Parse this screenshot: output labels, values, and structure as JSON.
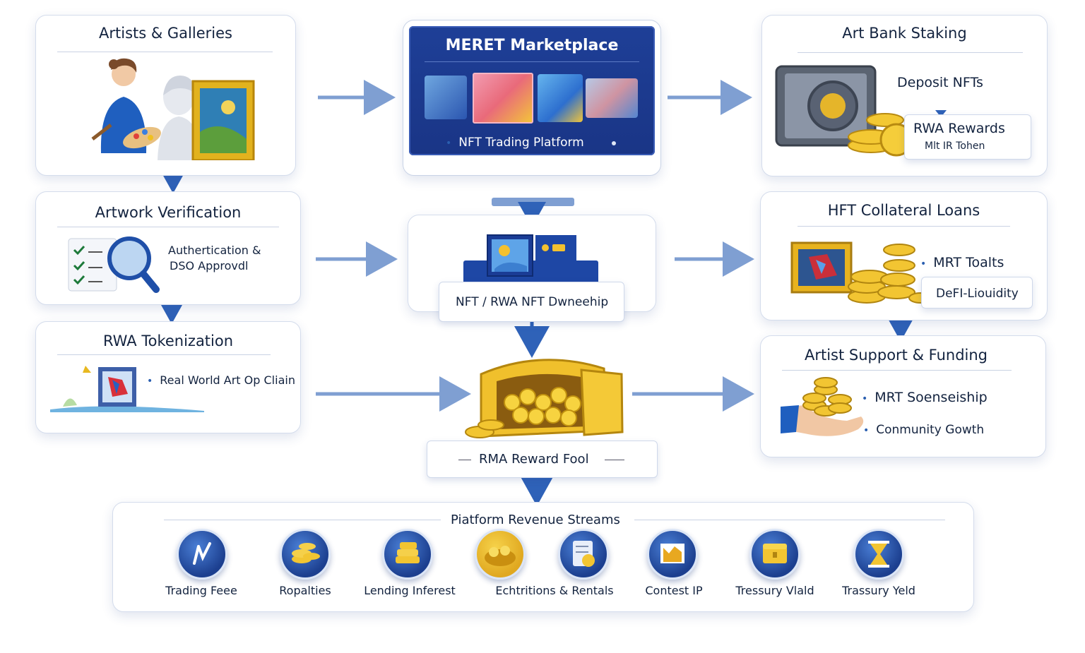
{
  "artists": {
    "title": "Artists & Galleries"
  },
  "verification": {
    "title": "Artwork Verification",
    "line1": "Authertication &",
    "line2": "DSO Approvdl"
  },
  "tokenization": {
    "title": "RWA Tokenization",
    "bullet": "Real World Art Op Cliain"
  },
  "marketplace": {
    "title": "MERET Marketplace",
    "subtitle": "NFT Trading Platform"
  },
  "ownership": {
    "label": "NFT / RWA NFT Dwneehip"
  },
  "reward_pool": {
    "label": "RMA Reward Fool"
  },
  "staking": {
    "title": "Art Bank Staking",
    "deposit": "Deposit NFTs",
    "rewards": "RWA Rewards",
    "token": "Mlt IR Tohen"
  },
  "loans": {
    "title": "HFT Collateral Loans",
    "bullet": "MRT Toalts",
    "box": "DeFI-Liouidity"
  },
  "support": {
    "title": "Artist Support & Funding",
    "bullet1": "MRT Soenseiship",
    "bullet2": "Conmunity Gowth"
  },
  "revenue": {
    "title": "Piatform Revenue Streams",
    "items": [
      {
        "label": "Trading Feee",
        "icon": "chart-arrow-icon"
      },
      {
        "label": "Ropalties",
        "icon": "coins-icon"
      },
      {
        "label": "Lending Inferest",
        "icon": "coin-stack-icon"
      },
      {
        "label": "Echtritions & Rentals",
        "icon": "gold-pile-icon"
      },
      {
        "label": "Contest IP",
        "icon": "document-coin-icon"
      },
      {
        "label": "Tressury Vlald",
        "icon": "frame-icon"
      },
      {
        "label": "Trassury Yeld",
        "icon": "treasure-chest-icon"
      },
      {
        "label": "",
        "icon": "hourglass-icon"
      }
    ]
  },
  "colors": {
    "brand_blue": "#1d3f96",
    "gold": "#e8b820",
    "arrow": "#7f9fd2",
    "arrow_dark": "#2f62b8"
  }
}
